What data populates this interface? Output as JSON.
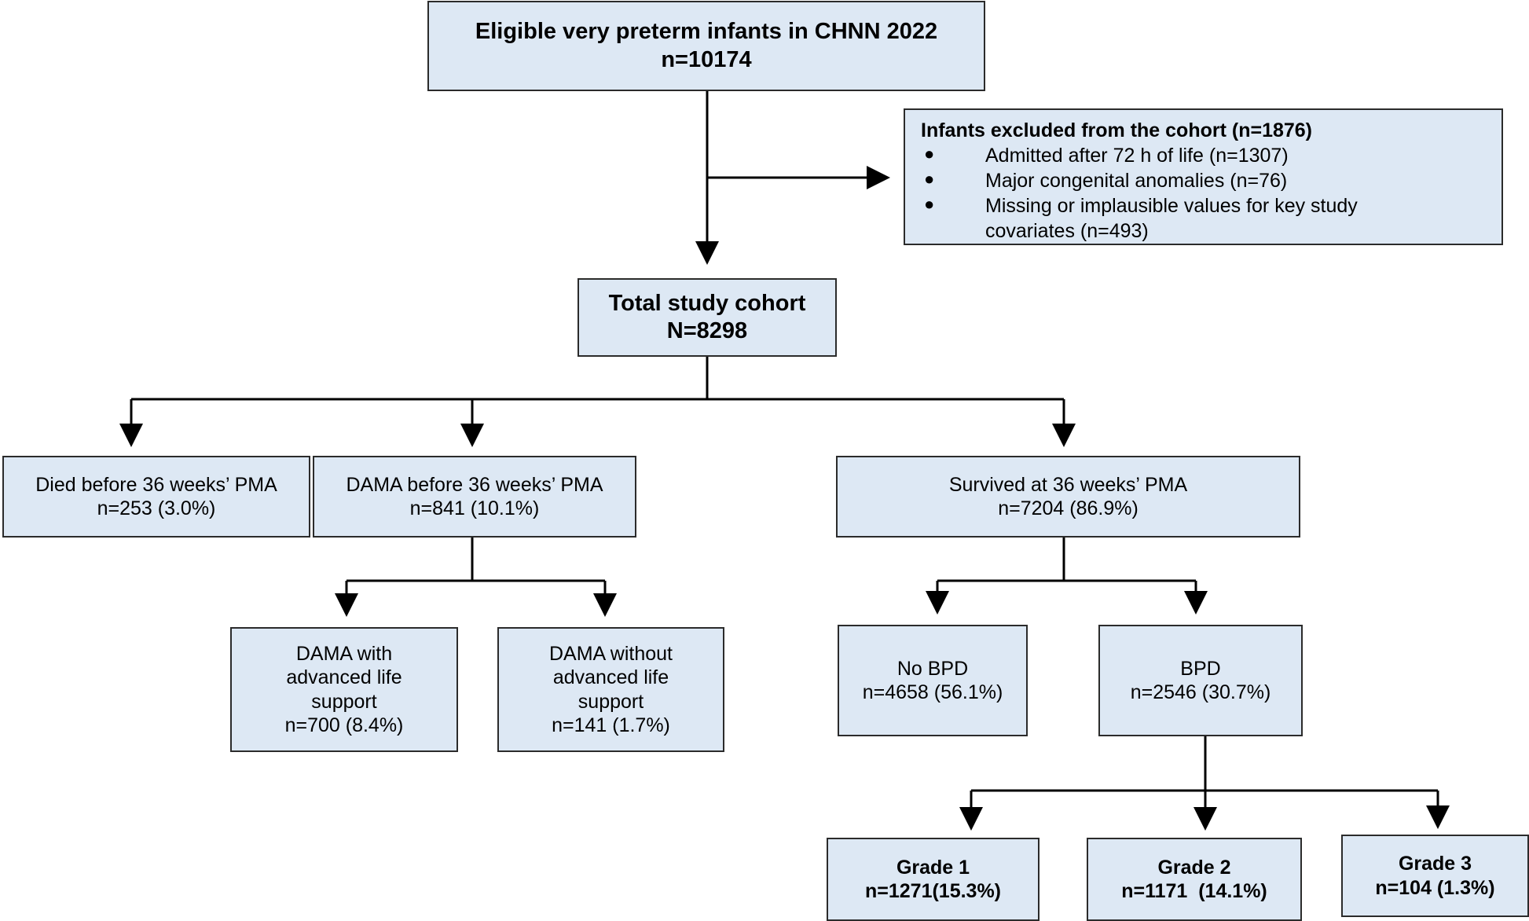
{
  "eligible": {
    "title": "Eligible very preterm infants in CHNN 2022",
    "count": "n=10174"
  },
  "excluded": {
    "title": "Infants excluded from the cohort (n=1876)",
    "items": [
      {
        "bullet": "●",
        "text": "Admitted after 72 h of life (n=1307)"
      },
      {
        "bullet": "●",
        "text": "Major congenital anomalies (n=76)"
      },
      {
        "bullet": "●",
        "text": "Missing or implausible values for key study covariates (n=493)"
      }
    ]
  },
  "cohort": {
    "title": "Total study cohort",
    "count": "N=8298"
  },
  "died": {
    "label": "Died before 36 weeks’ PMA",
    "count": "n=253 (3.0%)"
  },
  "dama": {
    "label": "DAMA before 36 weeks’ PMA",
    "count": "n=841 (10.1%)"
  },
  "survived": {
    "label": "Survived at 36 weeks’ PMA",
    "count": "n=7204 (86.9%)"
  },
  "dama_with": {
    "lines": [
      "DAMA with",
      "advanced life",
      "support"
    ],
    "count": "n=700 (8.4%)"
  },
  "dama_without": {
    "lines": [
      "DAMA without",
      "advanced life",
      "support"
    ],
    "count": "n=141 (1.7%)"
  },
  "no_bpd": {
    "label": "No BPD",
    "count": "n=4658 (56.1%)"
  },
  "bpd": {
    "label": "BPD",
    "count": "n=2546 (30.7%)"
  },
  "grade1": {
    "label": "Grade 1",
    "count": "n=1271(15.3%)"
  },
  "grade2": {
    "label": "Grade 2",
    "count": "n=1171  (14.1%)"
  },
  "grade3": {
    "label": "Grade 3",
    "count": "n=104 (1.3%)"
  },
  "colors": {
    "box_fill": "#dde8f4",
    "box_border": "#2b2b2b",
    "line": "#000000"
  }
}
